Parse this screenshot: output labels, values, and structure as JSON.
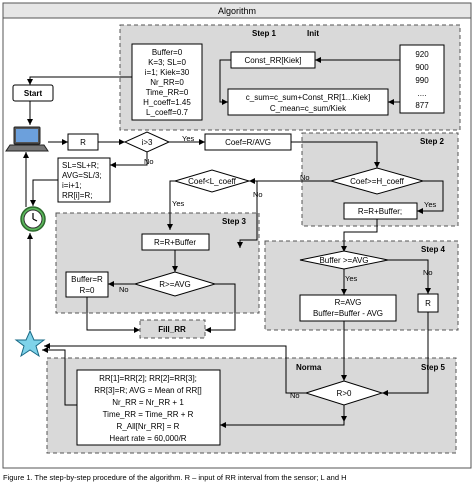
{
  "title": "Algorithm",
  "start": "Start",
  "steps": {
    "step1": "Step 1",
    "init": "Init",
    "step2": "Step 2",
    "step3": "Step 3",
    "step4": "Step 4",
    "step5": "Step 5",
    "norma": "Norma"
  },
  "init_vars": [
    "Buffer=0",
    "K=3; SL=0",
    "i=1; Kiek=30",
    "Nr_RR=0",
    "Time_RR=0",
    "H_coeff=1.45",
    "L_coeff=0.7"
  ],
  "const_rr": "Const_RR[Kiek]",
  "data_list": [
    "920",
    "900",
    "990",
    "....",
    "877"
  ],
  "csum": [
    "c_sum=c_sum+Const_RR[1...Kiek]",
    "C_mean=c_sum/Kiek"
  ],
  "r_box": "R",
  "cond_i": "i>3",
  "yes": "Yes",
  "no": "No",
  "coef_box": "Coef=R/AVG",
  "update_box": [
    "SL=SL+R;",
    "AVG=SL/3;",
    "i=i+1;",
    "RR[i]=R;"
  ],
  "cond_coef_lt": "Coef<L_coeff",
  "cond_coef_ge": "Coef>=H_coeff",
  "r_plus_buffer2": "R=R+Buffer;",
  "r_plus_buffer3": "R=R+Buffer",
  "buffer_r": [
    "Buffer=R",
    "R=0"
  ],
  "cond_r_avg": "R>=AVG",
  "fill_rr": "Fill_RR",
  "cond_buffer_avg": "Buffer >=AVG",
  "r_avg_box": [
    "R=AVG",
    "Buffer=Buffer - AVG"
  ],
  "r_box2": "R",
  "cond_r0": "R>0",
  "norma_box": [
    "RR[1]=RR[2]; RR[2]=RR[3];",
    "RR[3]=R; AVG = Mean of RR[]",
    "Nr_RR = Nr_RR + 1",
    "Time_RR = Time_RR + R",
    "R_All[Nr_RR] = R",
    "Heart rate = 60,000/R"
  ],
  "caption": "Figure 1. The step-by-step procedure of the algorithm. R – input of RR interval from the sensor; L and H"
}
